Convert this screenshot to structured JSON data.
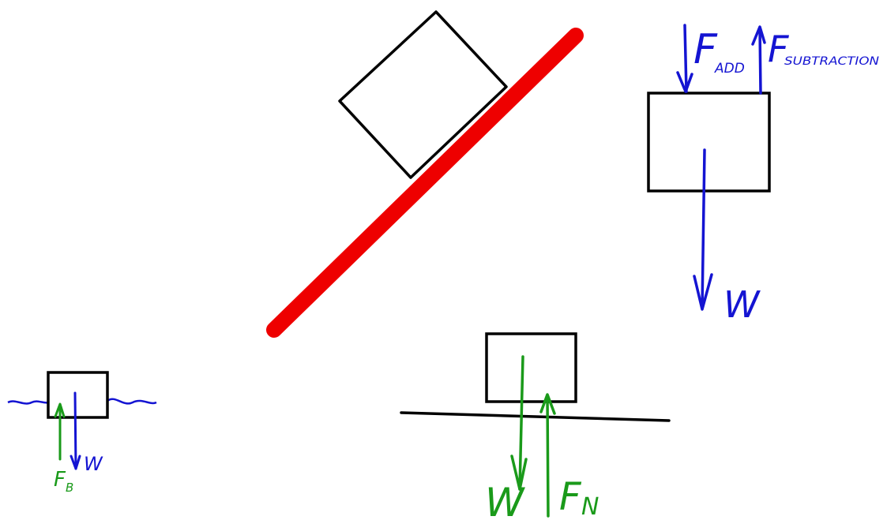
{
  "colors": {
    "background": "#ffffff",
    "outline": "#000000",
    "incline": "#ee0000",
    "force_blue": "#1414d2",
    "force_green": "#1a9a1a"
  },
  "diagrams": {
    "incline": {
      "block_icon": "square-block-icon",
      "surface_icon": "red-incline-line-icon"
    },
    "hanging": {
      "f_add_main": "F",
      "f_add_sub": "ADD",
      "f_sub_main": "F",
      "f_sub_sub": "SUBTRACTION",
      "weight_label": "W"
    },
    "floating": {
      "buoyant_main": "F",
      "buoyant_sub": "B",
      "weight_label": "W"
    },
    "surface": {
      "weight_label": "W",
      "normal_main": "F",
      "normal_sub": "N"
    }
  }
}
